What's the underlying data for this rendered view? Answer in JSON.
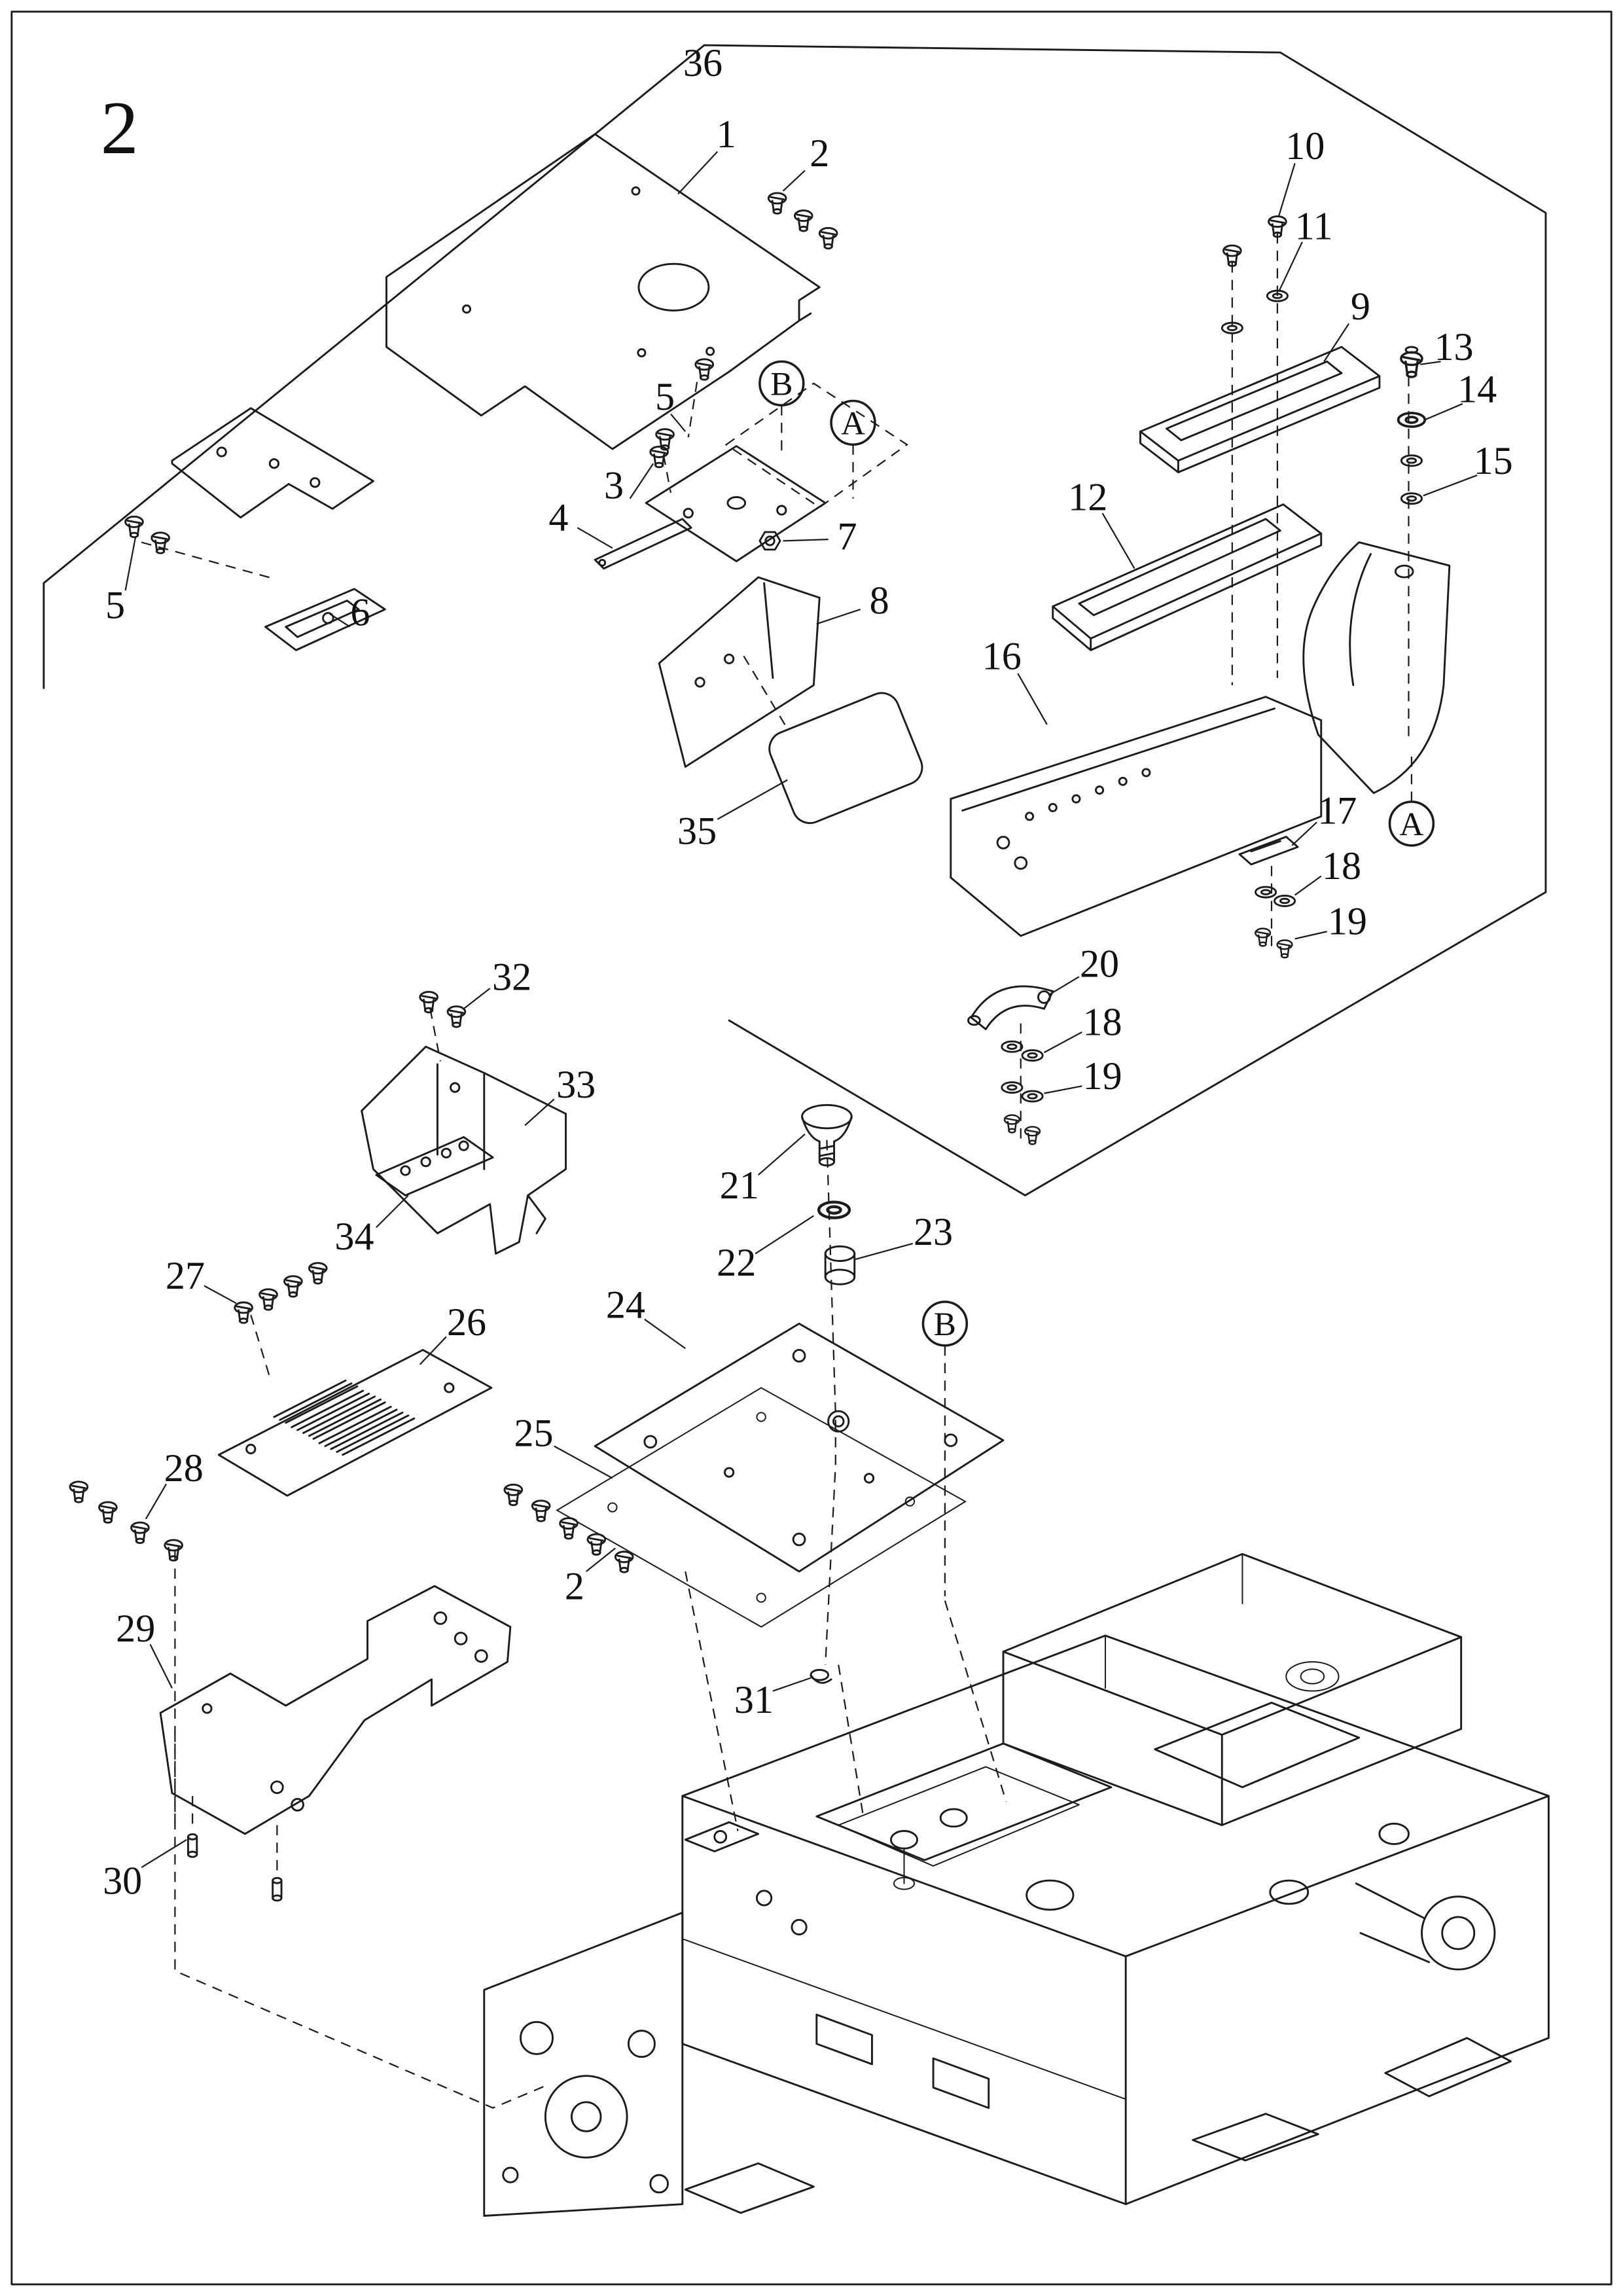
{
  "page": {
    "figure_number": "2"
  },
  "callouts": {
    "1": "1",
    "2": "2",
    "3": "3",
    "4": "4",
    "5": "5",
    "6": "6",
    "7": "7",
    "8": "8",
    "9": "9",
    "10": "10",
    "11": "11",
    "12": "12",
    "13": "13",
    "14": "14",
    "15": "15",
    "16": "16",
    "17": "17",
    "18": "18",
    "19": "19",
    "20": "20",
    "21": "21",
    "22": "22",
    "23": "23",
    "24": "24",
    "25": "25",
    "26": "26",
    "27": "27",
    "28": "28",
    "29": "29",
    "30": "30",
    "31": "31",
    "32": "32",
    "33": "33",
    "34": "34",
    "35": "35",
    "36": "36"
  },
  "detail_views": {
    "A": "A",
    "B": "B"
  }
}
